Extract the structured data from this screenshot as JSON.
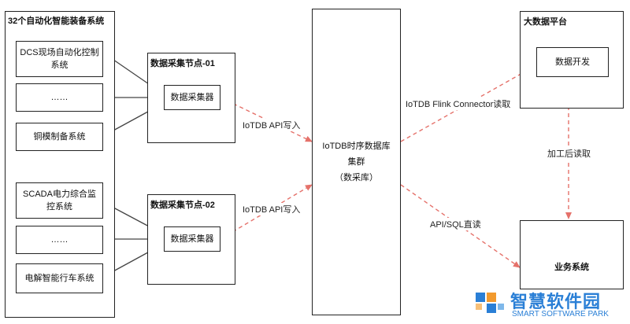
{
  "group_automation": {
    "title": "32个自动化智能装备系统",
    "systems": [
      "DCS现场自动化控制系统",
      "……",
      "铜模制备系统",
      "SCADA电力综合监控系统",
      "……",
      "电解智能行车系统"
    ]
  },
  "node1": {
    "title": "数据采集节点-01",
    "collector": "数据采集器"
  },
  "node2": {
    "title": "数据采集节点-02",
    "collector": "数据采集器"
  },
  "iotdb": {
    "line1": "IoTDB时序数据库",
    "line2": "集群",
    "line3": "（数采库）"
  },
  "bigdata": {
    "title": "大数据平台",
    "dev": "数据开发"
  },
  "business": {
    "title": "业务系统"
  },
  "edges": {
    "write1": "IoTDB API写入",
    "write2": "IoTDB API写入",
    "flink": "IoTDB Flink Connector读取",
    "processed": "加工后读取",
    "sql": "API/SQL直读"
  },
  "watermark": {
    "cn": "智慧软件园",
    "en": "SMART SOFTWARE PARK"
  },
  "colors": {
    "dashed_arrow": "#e5716a",
    "solid_arrow": "#444444",
    "logo_blue": "#2a7fd6",
    "logo_orange": "#f29a2e"
  }
}
